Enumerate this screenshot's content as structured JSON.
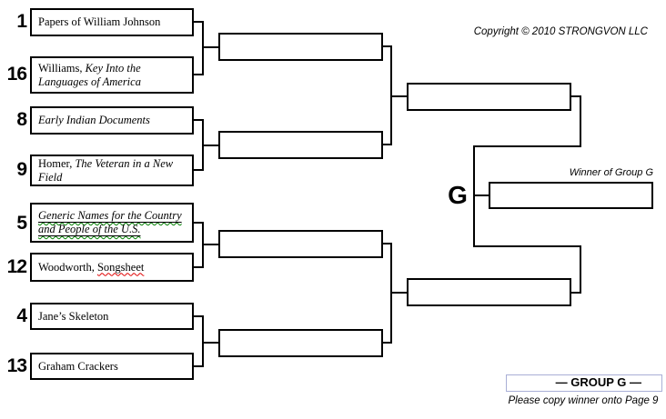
{
  "header": {
    "copyright": "Copyright © 2010 STRONGVON LLC"
  },
  "final": {
    "group_letter": "G",
    "winner_label": "Winner of Group G"
  },
  "footer": {
    "group_label": "— GROUP G —",
    "note": "Please copy winner onto Page 9"
  },
  "entries": [
    {
      "seed": "1",
      "parts": [
        {
          "text": "Papers of William Johnson"
        }
      ]
    },
    {
      "seed": "16",
      "parts": [
        {
          "text": "Williams, "
        },
        {
          "text": "Key Into the Languages of America",
          "italic": true
        }
      ]
    },
    {
      "seed": "8",
      "parts": [
        {
          "text": "Early Indian Documents",
          "italic": true
        }
      ]
    },
    {
      "seed": "9",
      "parts": [
        {
          "text": "Homer, "
        },
        {
          "text": "The Veteran in a New Field",
          "italic": true
        }
      ]
    },
    {
      "seed": "5",
      "parts": [
        {
          "text": "Generic Names for the Country and People of the U.S.",
          "italic": true,
          "underline": true,
          "squiggle": "green"
        }
      ]
    },
    {
      "seed": "12",
      "parts": [
        {
          "text": "Woodworth, "
        },
        {
          "text": "Songsheet",
          "squiggle": "red"
        }
      ]
    },
    {
      "seed": "4",
      "parts": [
        {
          "text": "Jane’s Skeleton"
        }
      ]
    },
    {
      "seed": "13",
      "parts": [
        {
          "text": "Graham Crackers"
        }
      ]
    }
  ],
  "colors": {
    "line": "#000000",
    "squiggle_green": "#008000",
    "squiggle_red": "#e00000",
    "field_border": "#a9afd6"
  }
}
